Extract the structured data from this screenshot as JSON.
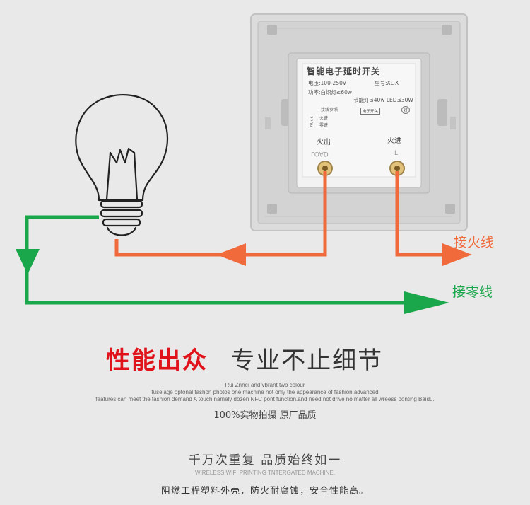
{
  "switch": {
    "title": "智能电子延时开关",
    "voltage": "电压:100-250V",
    "model": "型号:XL-X",
    "power": "功率:白炽灯≤60w",
    "power2": "节能灯≤40w LED≤30W",
    "wiring_label": "接线参照",
    "switch_label": "电子开关",
    "lamp_label": "灯",
    "fire_in_small": "火进",
    "zero_in_small": "零进",
    "v220": "220V",
    "fire_out": "火出",
    "fire_in": "火进",
    "load": "LOAD",
    "l_mark": "L"
  },
  "wires": {
    "live_label": "接火线",
    "neutral_label": "接零线",
    "live_color": "#f06a3c",
    "neutral_color": "#1aa64a"
  },
  "headline": {
    "red": "性能出众",
    "dark": "专业不止细节"
  },
  "fine_print": {
    "line1": "Rui Znhei and vbrant two colour",
    "line2": "tuselage optonal tashon photos one machine not only the appearance of fashion.advanced",
    "line3": "features can meet the fashion demand A touch namely dozen NFC pont function.and need not drive no matter all wreess ponting Baidu."
  },
  "subhead": "100%实物拍摄 原厂品质",
  "section2": {
    "title": "千万次重复  品质始终如一",
    "subtitle": "WIRELESS WIFI PRINTING TNTERGATED MACHINE.",
    "desc": "阻燃工程塑料外壳，防火耐腐蚀，安全性能高。"
  }
}
